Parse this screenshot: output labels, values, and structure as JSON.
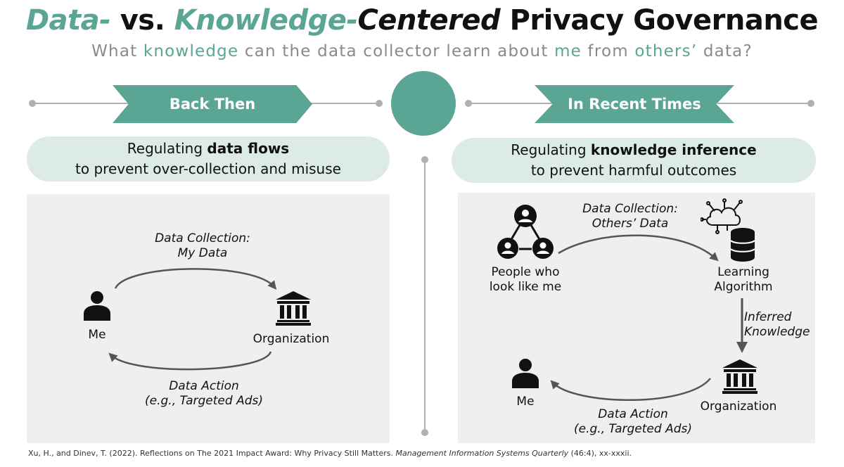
{
  "title": {
    "part1": "Data-",
    "part2": " vs. ",
    "part3": "Knowledge-",
    "part4": "Centered",
    "part5": " Privacy Governance"
  },
  "subtitle": {
    "s1": "What ",
    "s2": "knowledge",
    "s3": " can the data collector learn about ",
    "s4": "me",
    "s5": " from ",
    "s6": "others’",
    "s7": " data?"
  },
  "left": {
    "ribbon": "Back Then",
    "pill_line1_pre": "Regulating ",
    "pill_line1_bold": "data flows",
    "pill_line2": "to prevent over-collection and misuse",
    "collection_line1": "Data Collection:",
    "collection_line2": "My Data",
    "me_label": "Me",
    "org_label": "Organization",
    "action_line1": "Data Action",
    "action_line2": "(e.g., Targeted Ads)"
  },
  "right": {
    "ribbon": "In Recent Times",
    "pill_line1_pre": "Regulating ",
    "pill_line1_bold": "knowledge inference",
    "pill_line2": "to prevent harmful outcomes",
    "collection_line1": "Data Collection:",
    "collection_line2": "Others’ Data",
    "people_line1": "People who",
    "people_line2": "look like me",
    "algo_line1": "Learning",
    "algo_line2": "Algorithm",
    "inferred_line1": "Inferred",
    "inferred_line2": "Knowledge",
    "me_label": "Me",
    "org_label": "Organization",
    "action_line1": "Data Action",
    "action_line2": "(e.g., Targeted Ads)"
  },
  "footer": {
    "text_pre": "Xu, H., and Dinev, T. (2022). Reflections on The 2021 Impact Award: Why Privacy Still Matters. ",
    "journal": "Management Information Systems Quarterly",
    "text_post": " (46:4), xx-xxxii."
  },
  "icons": {
    "person": "person-icon",
    "bank": "bank-building-icon",
    "people_network": "people-network-icon",
    "cloud_database": "cloud-database-icon"
  },
  "colors": {
    "accent": "#5aa594",
    "pill_bg": "#dcebe6",
    "panel_bg": "#efefef",
    "line": "#b0b0b0",
    "subtitle_gray": "#8a8a8a"
  }
}
